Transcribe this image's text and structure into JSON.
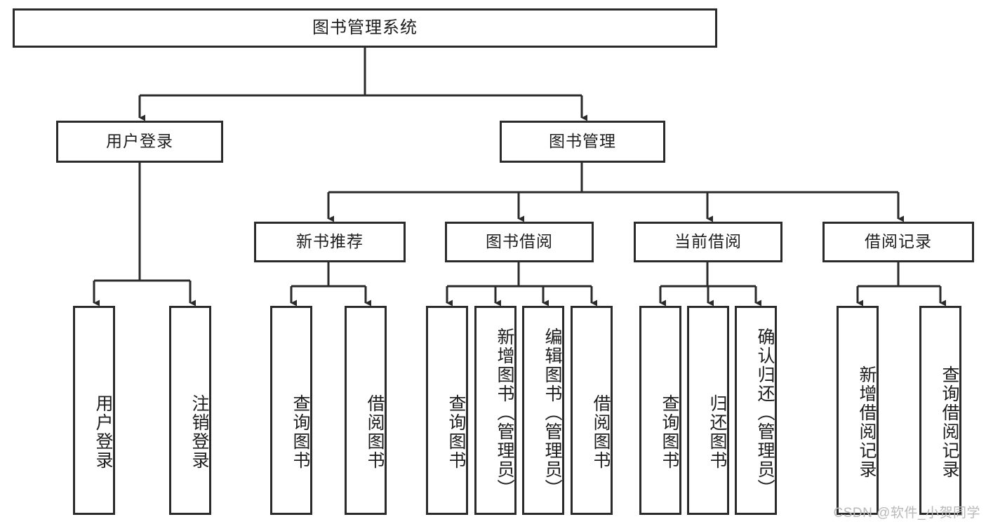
{
  "diagram": {
    "title": "图书管理系统",
    "watermark": "CSDN @软件_小贺同学",
    "line_color": "#2b2b2b",
    "box_fill": "#ffffff",
    "text_color": "#1d1d1d",
    "watermark_color": "#b9b9b9",
    "levels": {
      "root": {
        "label": "图书管理系统"
      },
      "level1": [
        {
          "label": "用户登录"
        },
        {
          "label": "图书管理"
        }
      ],
      "level2": [
        {
          "label": "新书推荐"
        },
        {
          "label": "图书借阅"
        },
        {
          "label": "当前借阅"
        },
        {
          "label": "借阅记录"
        }
      ],
      "leaves": [
        {
          "label": "用户登录",
          "parent": "用户登录"
        },
        {
          "label": "注销登录",
          "parent": "用户登录"
        },
        {
          "label": "查询图书",
          "parent": "新书推荐"
        },
        {
          "label": "借阅图书",
          "parent": "新书推荐"
        },
        {
          "label": "查询图书",
          "parent": "图书借阅"
        },
        {
          "label": "新增图书（管理员）",
          "parent": "图书借阅"
        },
        {
          "label": "编辑图书（管理员）",
          "parent": "图书借阅"
        },
        {
          "label": "借阅图书",
          "parent": "图书借阅"
        },
        {
          "label": "查询图书",
          "parent": "当前借阅"
        },
        {
          "label": "归还图书",
          "parent": "当前借阅"
        },
        {
          "label": "确认归还（管理员）",
          "parent": "当前借阅"
        },
        {
          "label": "新增借阅记录",
          "parent": "借阅记录"
        },
        {
          "label": "查询借阅记录",
          "parent": "借阅记录"
        }
      ]
    }
  }
}
